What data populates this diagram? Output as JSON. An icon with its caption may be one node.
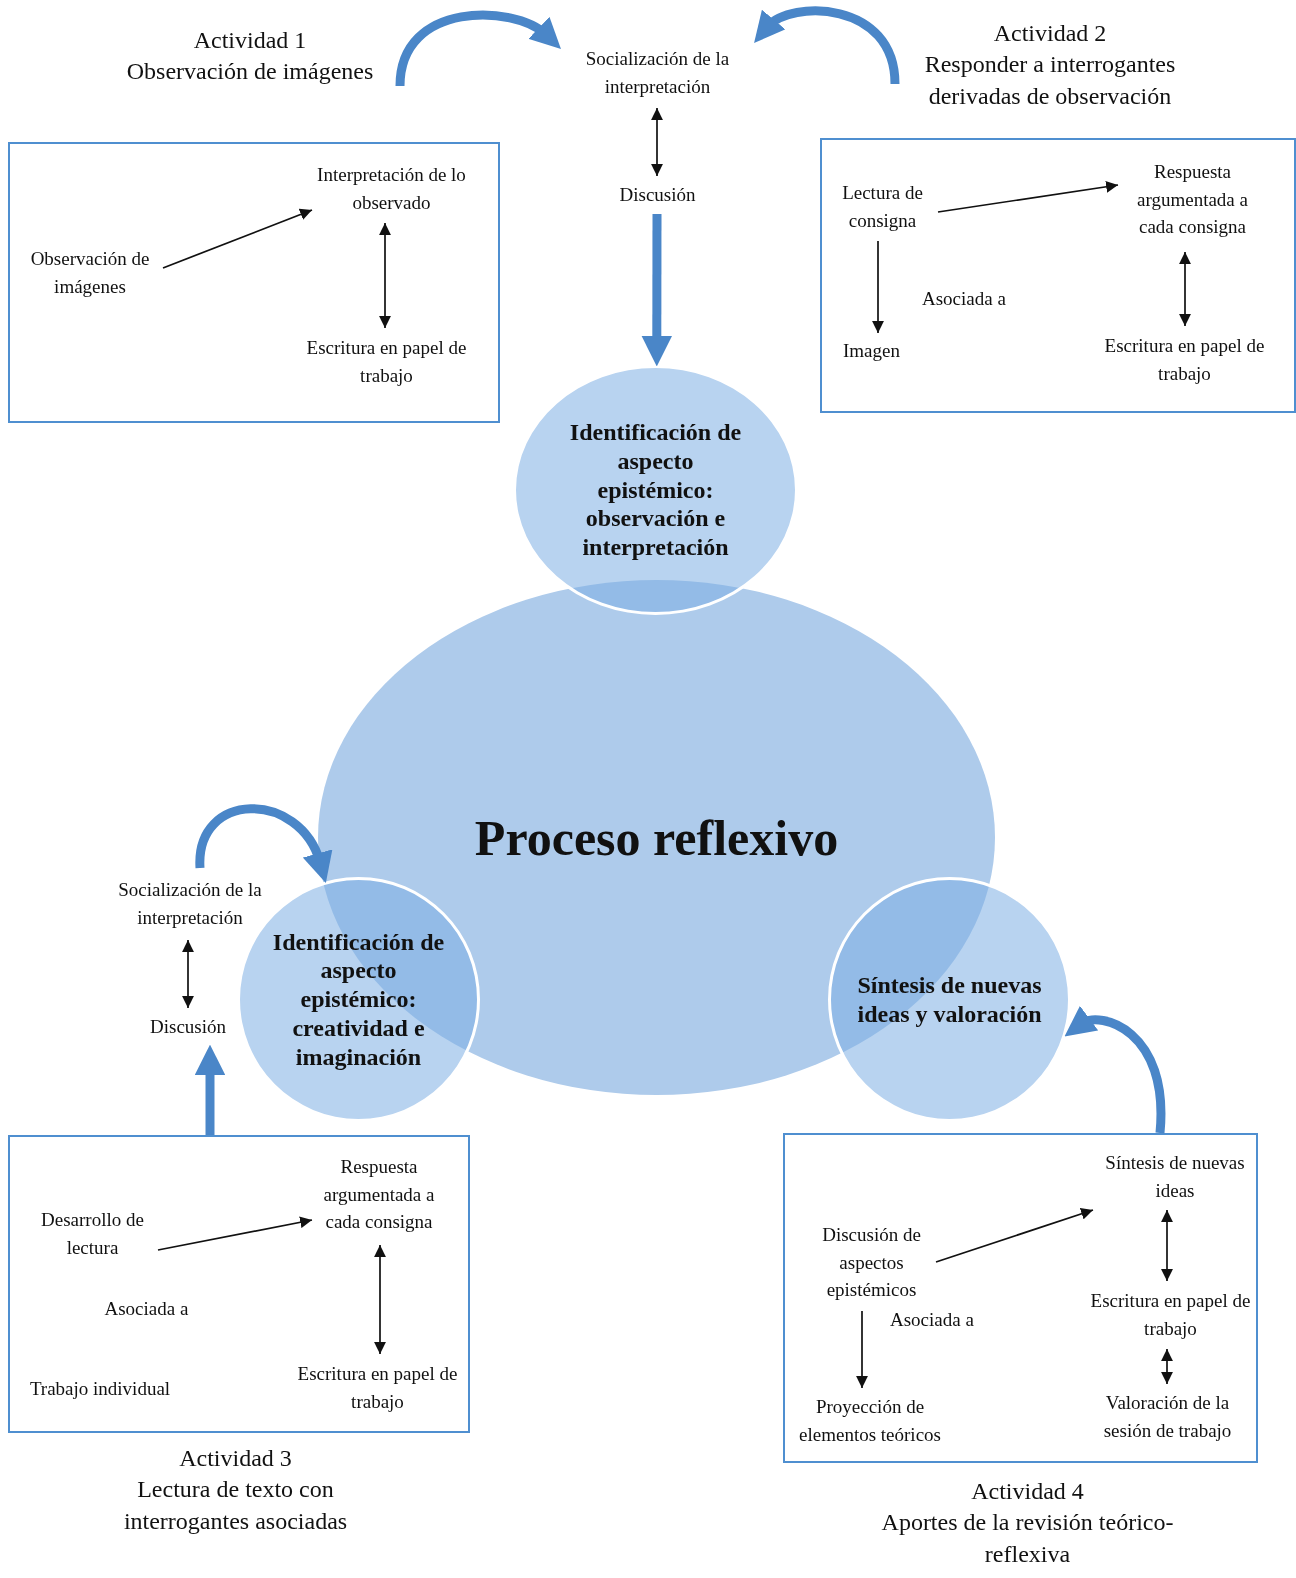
{
  "diagram": {
    "nodes": [
      {
        "text": [
          "Actividad 1",
          "Observación de imágenes"
        ]
      },
      {
        "text": [
          "Socialización de la interpretación"
        ]
      },
      {
        "text": [
          "Actividad 2",
          "Responder a interrogantes derivadas de observación"
        ]
      },
      {
        "text": [
          "Discusión"
        ]
      },
      {
        "text": [],
        "shape": "box"
      },
      {
        "text": [
          "Observación de imágenes"
        ],
        "in": 4
      },
      {
        "text": [
          "Interpretación de lo observado"
        ],
        "in": 4
      },
      {
        "text": [
          "Escritura en papel de trabajo"
        ],
        "in": 4
      },
      {
        "text": [],
        "shape": "box"
      },
      {
        "text": [
          "Lectura de consigna"
        ],
        "in": 8
      },
      {
        "text": [
          "Respuesta argumentada a cada consigna"
        ],
        "in": 8
      },
      {
        "text": [
          "Imagen"
        ],
        "in": 8
      },
      {
        "text": [
          "Escritura en papel de trabajo"
        ],
        "in": 8
      },
      {
        "text": [
          "Identificación de aspecto epistémico: observación e interpretación"
        ]
      },
      {
        "text": [
          "Proceso reflexivo"
        ]
      },
      {
        "text": [
          "Socialización de la interpretación"
        ]
      },
      {
        "text": [
          "Identificación de aspecto epistémico: creatividad e imaginación"
        ]
      },
      {
        "text": [
          "Síntesis de nuevas ideas y valoración"
        ]
      },
      {
        "text": [
          "Discusión"
        ]
      },
      {
        "text": [],
        "shape": "box"
      },
      {
        "text": [
          "Desarrollo de lectura"
        ],
        "in": 19
      },
      {
        "text": [
          "Respuesta argumentada a cada consigna"
        ],
        "in": 19
      },
      {
        "text": [
          "Trabajo individual"
        ],
        "in": 19
      },
      {
        "text": [
          "Escritura en papel de trabajo"
        ],
        "in": 19
      },
      {
        "text": [],
        "shape": "box"
      },
      {
        "text": [
          "Síntesis de nuevas ideas"
        ],
        "in": 24
      },
      {
        "text": [
          "Discusión de aspectos epistémicos"
        ],
        "in": 24
      },
      {
        "text": [
          "Escritura en papel de trabajo"
        ],
        "in": 24
      },
      {
        "text": [
          "Proyección de elementos teóricos"
        ],
        "in": 24
      },
      {
        "text": [
          "Valoración de la sesión de trabajo"
        ],
        "in": 24
      },
      {
        "text": [
          "Actividad 3",
          "Lectura de texto con interrogantes asociadas"
        ]
      },
      {
        "text": [
          "Actividad 4",
          "Aportes de la revisión teórico-reflexiva"
        ]
      }
    ],
    "edges": [
      {
        "from": 0,
        "to": 1,
        "arrow": "to",
        "style": "thick",
        "color": "#4a86c8"
      },
      {
        "from": 2,
        "to": 1,
        "arrow": "to",
        "style": "thick",
        "color": "#4a86c8"
      },
      {
        "from": 1,
        "to": 3,
        "arrow": "both"
      },
      {
        "from": 3,
        "to": 13,
        "arrow": "to",
        "style": "thick",
        "color": "#4a86c8"
      },
      {
        "from": 5,
        "to": 6,
        "arrow": "to"
      },
      {
        "from": 6,
        "to": 7,
        "arrow": "both"
      },
      {
        "from": 9,
        "to": 10,
        "arrow": "to"
      },
      {
        "from": 9,
        "to": 11,
        "arrow": "to",
        "label": "Asociada a"
      },
      {
        "from": 10,
        "to": 12,
        "arrow": "both"
      },
      {
        "from": 15,
        "to": 16,
        "arrow": "to",
        "style": "thick",
        "color": "#4a86c8"
      },
      {
        "from": 15,
        "to": 18,
        "arrow": "both"
      },
      {
        "from": 19,
        "to": 18,
        "arrow": "to",
        "style": "thick",
        "color": "#4a86c8"
      },
      {
        "from": 20,
        "to": 21,
        "arrow": "to"
      },
      {
        "from": 21,
        "to": 23,
        "arrow": "both"
      },
      {
        "from": 24,
        "to": 17,
        "arrow": "to",
        "style": "thick",
        "color": "#4a86c8"
      },
      {
        "from": 26,
        "to": 25,
        "arrow": "to"
      },
      {
        "from": 26,
        "to": 28,
        "arrow": "to",
        "label": "Asociada a"
      },
      {
        "from": 25,
        "to": 27,
        "arrow": "both"
      },
      {
        "from": 27,
        "to": 29,
        "arrow": "both"
      }
    ],
    "labels": [
      "Asociada a"
    ]
  }
}
